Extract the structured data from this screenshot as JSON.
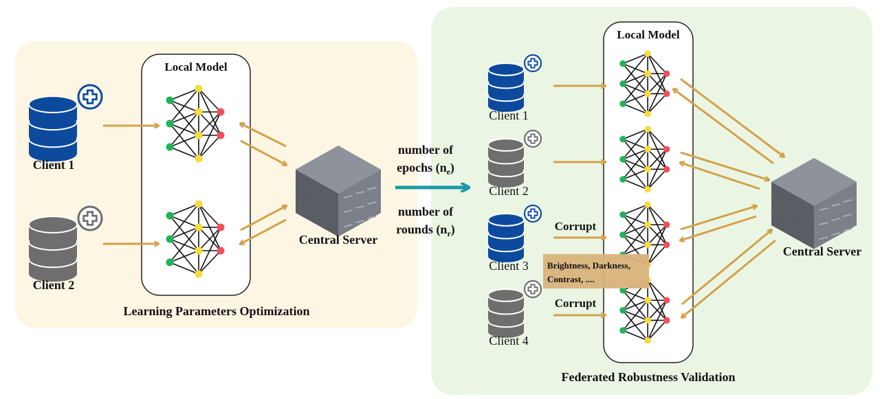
{
  "left_panel": {
    "title": "Learning Parameters Optimization",
    "local_model_label": "Local Model",
    "clients": [
      {
        "label": "Client 1",
        "color": "blue"
      },
      {
        "label": "Client 2",
        "color": "gray"
      }
    ],
    "server_label": "Central Server"
  },
  "middle": {
    "epochs_line1": "number of",
    "epochs_line2": "epochs (n",
    "epochs_sub": "e",
    "rounds_line1": "number of",
    "rounds_line2": "rounds (n",
    "rounds_sub": "r",
    "close_paren": ")"
  },
  "right_panel": {
    "title": "Federated Robustness Validation",
    "local_model_label": "Local Model",
    "clients": [
      {
        "label": "Client 1",
        "color": "blue"
      },
      {
        "label": "Client 2",
        "color": "gray"
      },
      {
        "label": "Client 3",
        "color": "blue"
      },
      {
        "label": "Client 4",
        "color": "gray"
      }
    ],
    "corrupt_label_1": "Corrupt",
    "corrupt_label_2": "Corrupt",
    "corruption_box_line1": "Brightness, Darkness,",
    "corruption_box_line2": "Contrast, ....",
    "server_label": "Central Server"
  },
  "colors": {
    "left_bg": "#fdf6e3",
    "right_bg": "#eaf6e3",
    "arrow": "#d4a04a",
    "teal_arrow": "#1a9aa8",
    "db_blue": "#0d4a9e",
    "db_gray": "#6e6e6e",
    "node_green": "#21b25a",
    "node_yellow": "#f7dc3a",
    "node_red": "#f0505a",
    "server": "#6b7079",
    "corrupt_box": "#d9b27a"
  }
}
